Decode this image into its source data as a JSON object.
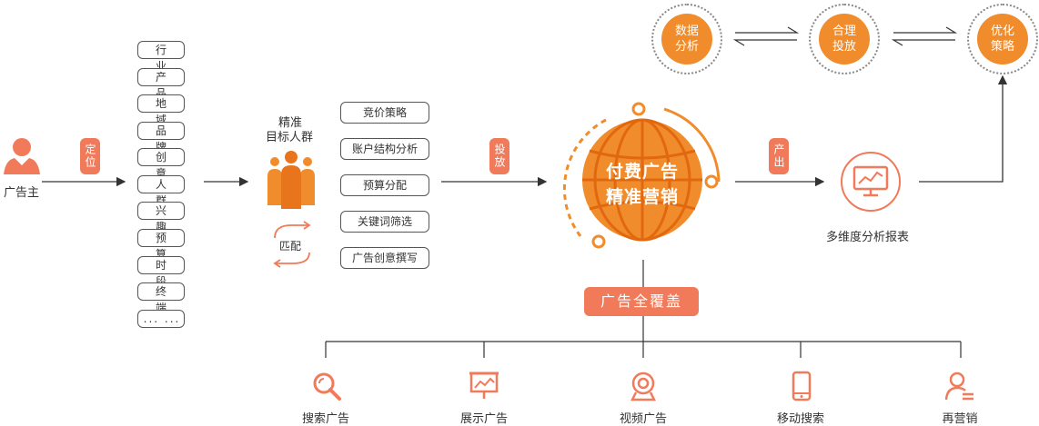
{
  "advertiser": {
    "label": "广告主"
  },
  "steps": {
    "locate": "定位",
    "deliver": "投放",
    "output": "产出"
  },
  "targeting_tags": [
    "行 业",
    "产 品",
    "地 域",
    "品 牌",
    "创 意",
    "人 群",
    "兴 趣",
    "预 算",
    "时 段",
    "终 端",
    "... ..."
  ],
  "audience": {
    "title_line1": "精准",
    "title_line2": "目标人群",
    "match": "匹配"
  },
  "strategies": [
    "竞价策略",
    "账户结构分析",
    "预算分配",
    "关键词筛选",
    "广告创意撰写"
  ],
  "core": {
    "line1": "付费广告",
    "line2": "精准营销",
    "coverage": "广告全覆盖"
  },
  "report": {
    "label": "多维度分析报表"
  },
  "cycle": [
    {
      "line1": "数据",
      "line2": "分析"
    },
    {
      "line1": "合理",
      "line2": "投放"
    },
    {
      "line1": "优化",
      "line2": "策略"
    }
  ],
  "channels": [
    {
      "label": "搜索广告",
      "icon": "magnifier-icon"
    },
    {
      "label": "展示广告",
      "icon": "display-board-icon"
    },
    {
      "label": "视频广告",
      "icon": "camera-icon"
    },
    {
      "label": "移动搜索",
      "icon": "phone-icon"
    },
    {
      "label": "再营销",
      "icon": "user-list-icon"
    }
  ],
  "colors": {
    "orange": "#f08c2b",
    "coral": "#f07a5a",
    "line": "#333333"
  }
}
